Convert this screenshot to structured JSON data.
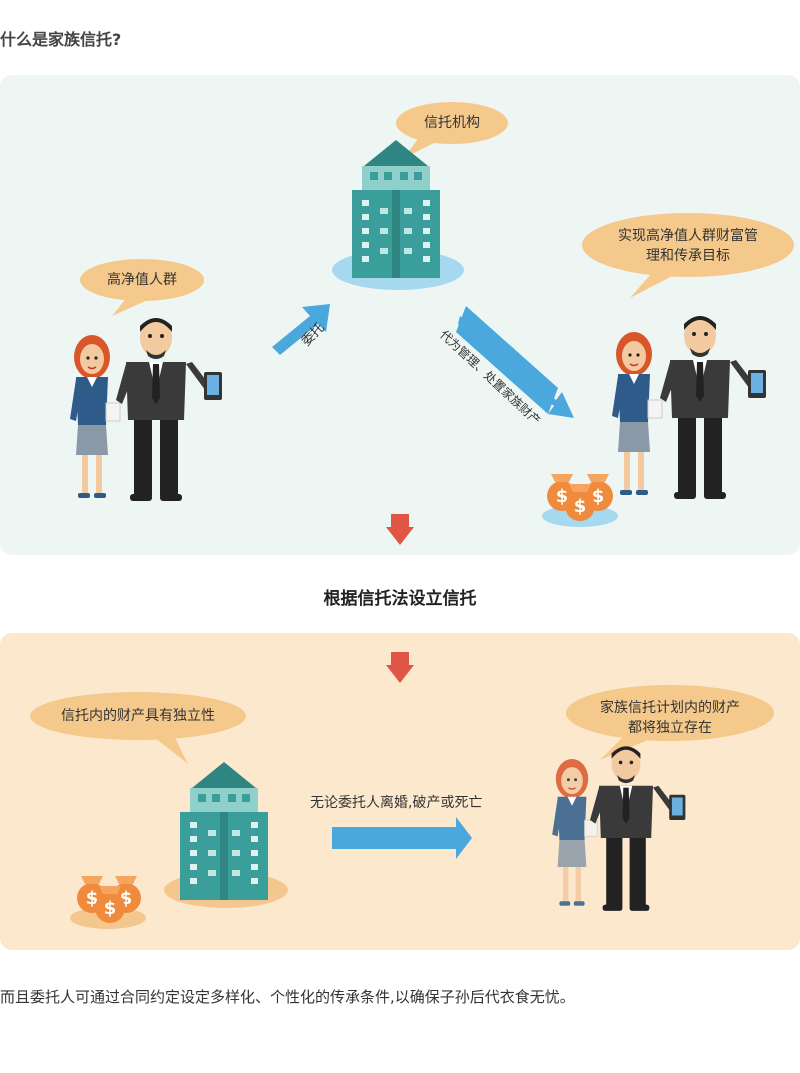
{
  "heading": "什么是家族信托?",
  "top_panel": {
    "bubble_institution": "信托机构",
    "bubble_hnw": "高净值人群",
    "bubble_goal_line1": "实现高净值人群财富管",
    "bubble_goal_line2": "理和传承目标",
    "arrow_entrust": "委托",
    "arrow_manage": "代为管理、处置家族财产"
  },
  "section_title": "根据信托法设立信托",
  "bottom_panel": {
    "bubble_independent": "信托内的财产具有独立性",
    "bubble_family_line1": "家族信托计划内的财产",
    "bubble_family_line2": "都将独立存在",
    "arrow_condition": "无论委托人离婚,破产或死亡"
  },
  "footer": "而且委托人可通过合同约定设定多样化、个性化的传承条件,以确保子孙后代衣食无忧。",
  "colors": {
    "top_panel_bg": "#eef6f4",
    "bottom_panel_bg": "#fce9cd",
    "bubble": "#f5c98c",
    "building": "#3a9e9a",
    "arrow_blue": "#4aa8dc",
    "arrow_red": "#e05545",
    "money": "#f08a3c"
  },
  "icons": [
    "building-icon",
    "money-bag-icon",
    "businessman-icon",
    "businesswoman-icon",
    "tablet-icon"
  ]
}
